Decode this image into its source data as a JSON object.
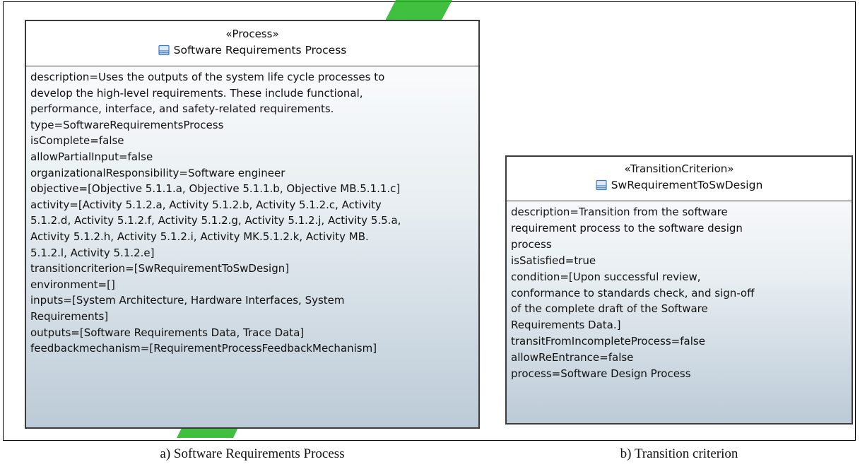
{
  "process": {
    "stereotype": "«Process»",
    "name": "Software Requirements Process",
    "attributes": [
      "description=Uses the outputs of the system life cycle processes to",
      "develop the high-level requirements. These include functional,",
      "performance, interface, and safety-related requirements.",
      "type=SoftwareRequirementsProcess",
      "isComplete=false",
      "allowPartialInput=false",
      "organizationalResponsibility=Software engineer",
      "objective=[Objective 5.1.1.a, Objective 5.1.1.b, Objective MB.5.1.1.c]",
      "activity=[Activity 5.1.2.a, Activity 5.1.2.b, Activity 5.1.2.c, Activity",
      "5.1.2.d, Activity 5.1.2.f, Activity 5.1.2.g, Activity 5.1.2.j, Activity 5.5.a,",
      "Activity 5.1.2.h, Activity 5.1.2.i, Activity MK.5.1.2.k, Activity MB.",
      "5.1.2.l, Activity 5.1.2.e]",
      "transitioncriterion=[SwRequirementToSwDesign]",
      "environment=[]",
      "inputs=[System Architecture, Hardware Interfaces, System",
      "Requirements]",
      "outputs=[Software Requirements Data, Trace Data]",
      "feedbackmechanism=[RequirementProcessFeedbackMechanism]"
    ],
    "caption": "a) Software Requirements Process"
  },
  "transition": {
    "stereotype": "«TransitionCriterion»",
    "name": "SwRequirementToSwDesign",
    "attributes": [
      "description=Transition from the software",
      "requirement process to the software design",
      "process",
      "isSatisfied=true",
      "condition=[Upon successful review,",
      "conformance to standards check, and sign-off",
      "of the complete draft of the Software",
      "Requirements Data.]",
      "transitFromIncompleteProcess=false",
      "allowReEntrance=false",
      "process=Software Design Process"
    ],
    "caption": "b) Transition criterion"
  },
  "icons": {
    "class_icon": "class-icon"
  },
  "colors": {
    "border": "#3c3c3c",
    "gradient_bottom": "#bccbd7",
    "icon_blue": "#3a79c9",
    "watermark_green": "#22b41e"
  }
}
